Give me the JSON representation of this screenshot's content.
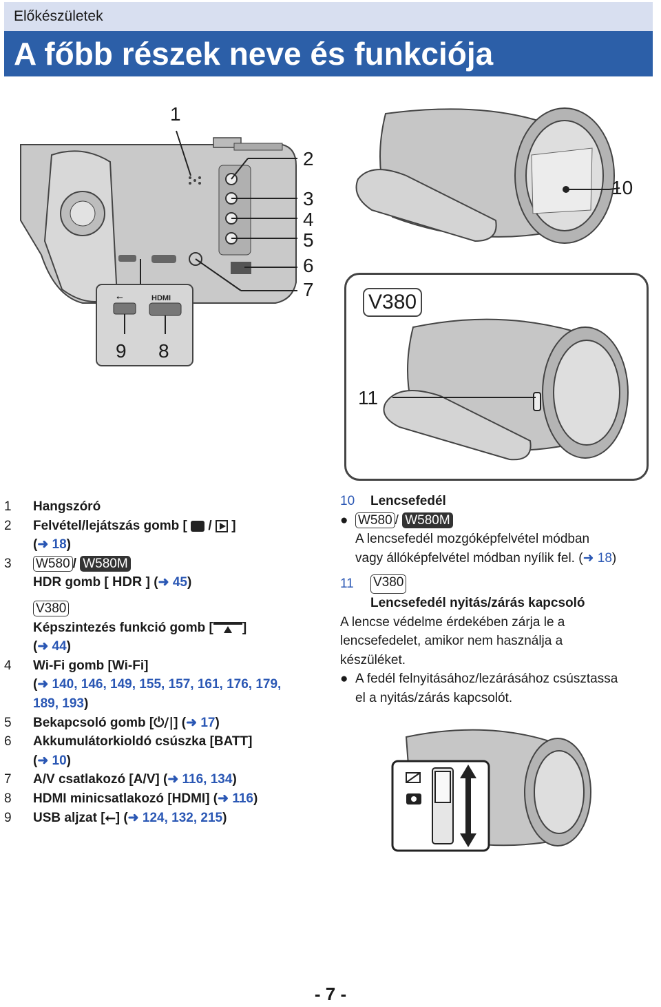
{
  "header": {
    "section": "Előkészületek",
    "title": "A főbb részek neve és funkciója"
  },
  "figure_labels": {
    "n1": "1",
    "n2": "2",
    "n3": "3",
    "n4": "4",
    "n5": "5",
    "n6": "6",
    "n7": "7",
    "n8": "8",
    "n9": "9",
    "n10": "10",
    "n11": "11",
    "v380_badge": "V380"
  },
  "list": {
    "i1": {
      "num": "1",
      "text": "Hangszóró"
    },
    "i2": {
      "num": "2",
      "text": "Felvétel/lejátszás gomb [",
      "sep": "/",
      "close": "]",
      "ref_open": "(",
      "arrow": "➜",
      "ref": "18",
      "ref_close": ")"
    },
    "i3": {
      "num": "3",
      "badge1": "W580",
      "slash": "/",
      "badge2": "W580M",
      "text": "HDR gomb [",
      "hdr": "HDR",
      "close": "] (",
      "arrow": "➜",
      "ref": "45",
      "ref_close": ")"
    },
    "i3b": {
      "badge": "V380",
      "text": "Képszintezés funkció gomb [",
      "close": "]",
      "ref_open": "(",
      "arrow": "➜",
      "ref": "44",
      "ref_close": ")"
    },
    "i4": {
      "num": "4",
      "text": "Wi-Fi gomb [Wi-Fi]",
      "ref_open": "(",
      "arrow": "➜",
      "refs_a": "140, 146, 149, 155, 157, 161, 176, 179,",
      "refs_b": "189, 193",
      "ref_close": ")"
    },
    "i5": {
      "num": "5",
      "text": "Bekapcsoló gomb [",
      "close": "] (",
      "arrow": "➜",
      "ref": "17",
      "ref_close": ")"
    },
    "i6": {
      "num": "6",
      "text": "Akkumulátorkioldó csúszka [BATT]",
      "ref_open": "(",
      "arrow": "➜",
      "ref": "10",
      "ref_close": ")"
    },
    "i7": {
      "num": "7",
      "text": "A/V csatlakozó [A/V] (",
      "arrow": "➜",
      "refs": "116, 134",
      "ref_close": ")"
    },
    "i8": {
      "num": "8",
      "text": "HDMI minicsatlakozó [HDMI] (",
      "arrow": "➜",
      "ref": "116",
      "ref_close": ")"
    },
    "i9": {
      "num": "9",
      "text": "USB aljzat [",
      "close": "] (",
      "arrow": "➜",
      "refs": "124, 132, 215",
      "ref_close": ")"
    }
  },
  "right": {
    "i10": {
      "num": "10",
      "title": "Lencsefedél",
      "bullet": "●",
      "badge1": "W580",
      "slash": "/",
      "badge2": "W580M",
      "line1": "A lencsefedél mozgóképfelvétel módban",
      "line2": "vagy állóképfelvétel módban nyílik fel. (",
      "arrow": "➜",
      "ref": "18",
      "ref_close": ")"
    },
    "i11": {
      "num": "11",
      "badge": "V380",
      "title": "Lencsefedél nyitás/zárás kapcsoló",
      "p1": "A lencse védelme érdekében zárja le a",
      "p2": "lencsefedelet, amikor nem használja a",
      "p3": "készüléket.",
      "bullet": "●",
      "b1": "A fedél felnyitásához/lezárásához csúsztassa",
      "b2": "el a nyitás/zárás kapcsolót."
    }
  },
  "page_number": "- 7 -",
  "colors": {
    "header_bar": "#2c5fa8",
    "section_band": "#d8dff0",
    "ref_link": "#2a57b4",
    "camera_body": "#b8b8b8"
  }
}
